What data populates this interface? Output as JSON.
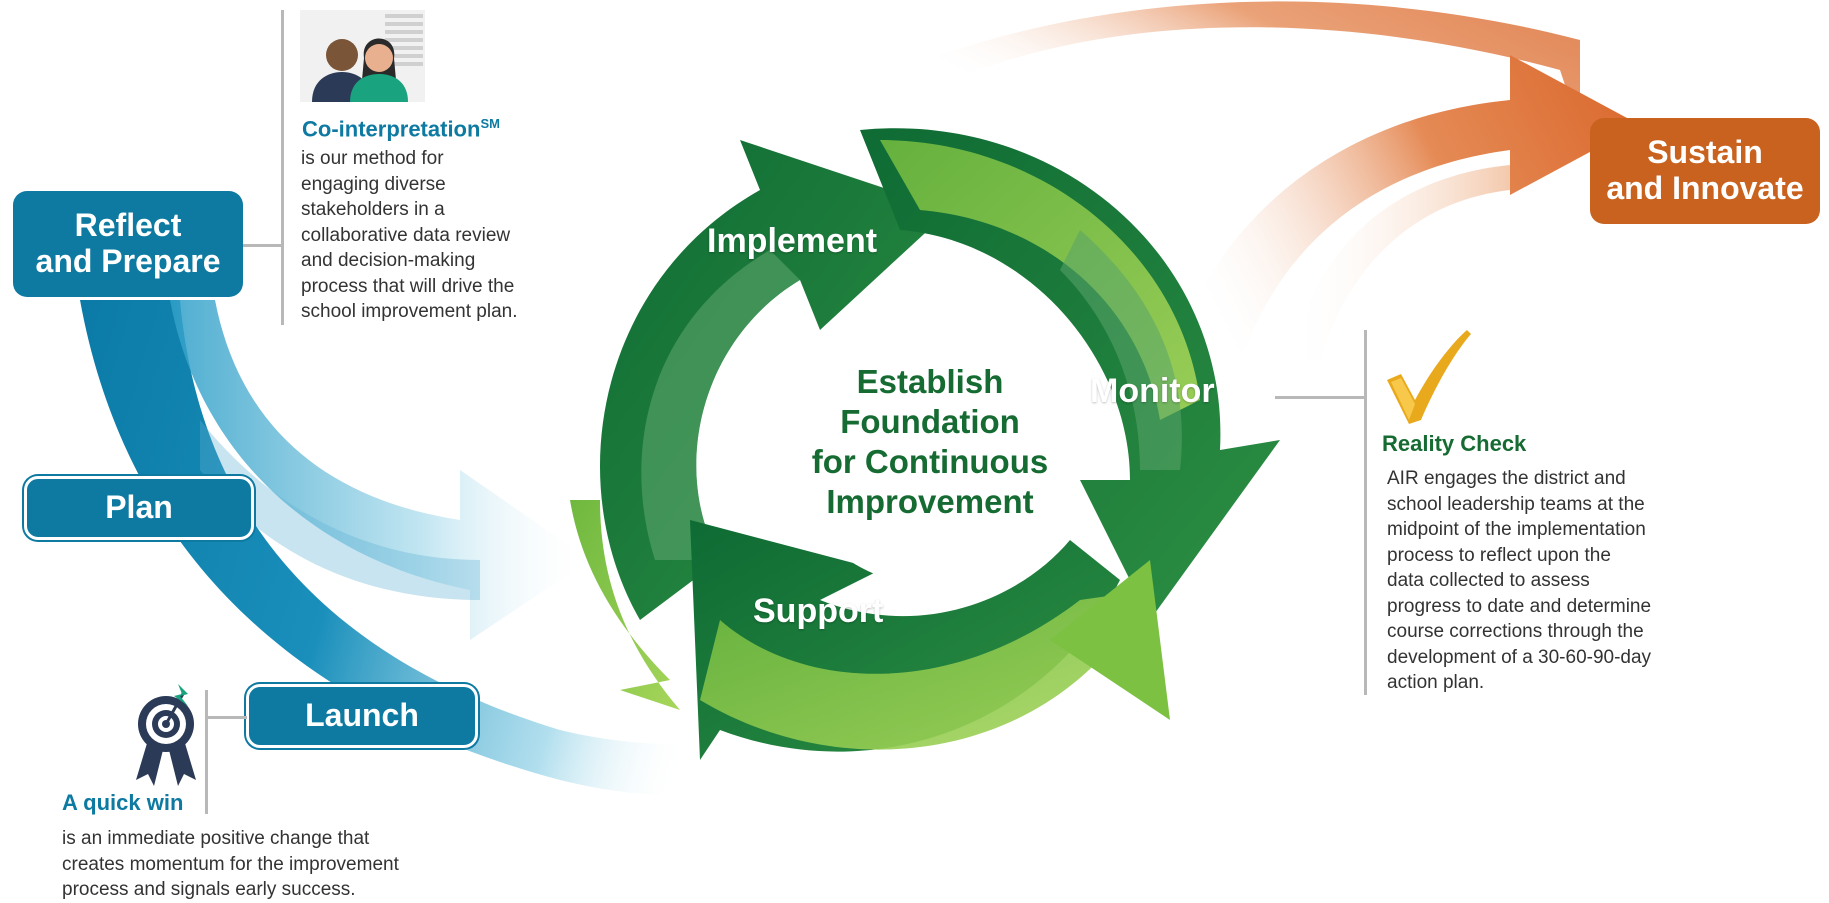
{
  "stages": {
    "reflect": "Reflect\nand Prepare",
    "plan": "Plan",
    "launch": "Launch",
    "sustain": "Sustain\nand Innovate"
  },
  "cycle": {
    "center": "Establish\nFoundation\nfor Continuous\nImprovement",
    "implement": "Implement",
    "monitor": "Monitor",
    "support": "Support"
  },
  "co_interpretation": {
    "title": "Co-interpretation",
    "superscript": "SM",
    "body_lines": [
      "is our method for",
      "engaging diverse",
      "stakeholders in a",
      "collaborative data review",
      "and decision-making",
      "process that will drive the",
      "school improvement plan."
    ],
    "icon": "people-icon"
  },
  "quick_win": {
    "title": "A quick win",
    "body_lines": [
      "is an immediate positive change that",
      "creates momentum for the improvement",
      "process and signals early success."
    ],
    "icon": "award-target-icon"
  },
  "reality_check": {
    "title": "Reality Check",
    "body_lines": [
      "AIR engages the district and",
      "school leadership teams at the",
      "midpoint of the implementation",
      "process to reflect upon the",
      "data collected to assess",
      "progress to date and determine",
      "course corrections through the",
      "development of a 30-60-90-day",
      "action plan."
    ],
    "icon": "checkmark-icon"
  },
  "colors": {
    "blue": "#0e7aa2",
    "dark_green": "#0e6b34",
    "light_green": "#8cc63f",
    "orange": "#d9662a",
    "title_green": "#156b32"
  }
}
